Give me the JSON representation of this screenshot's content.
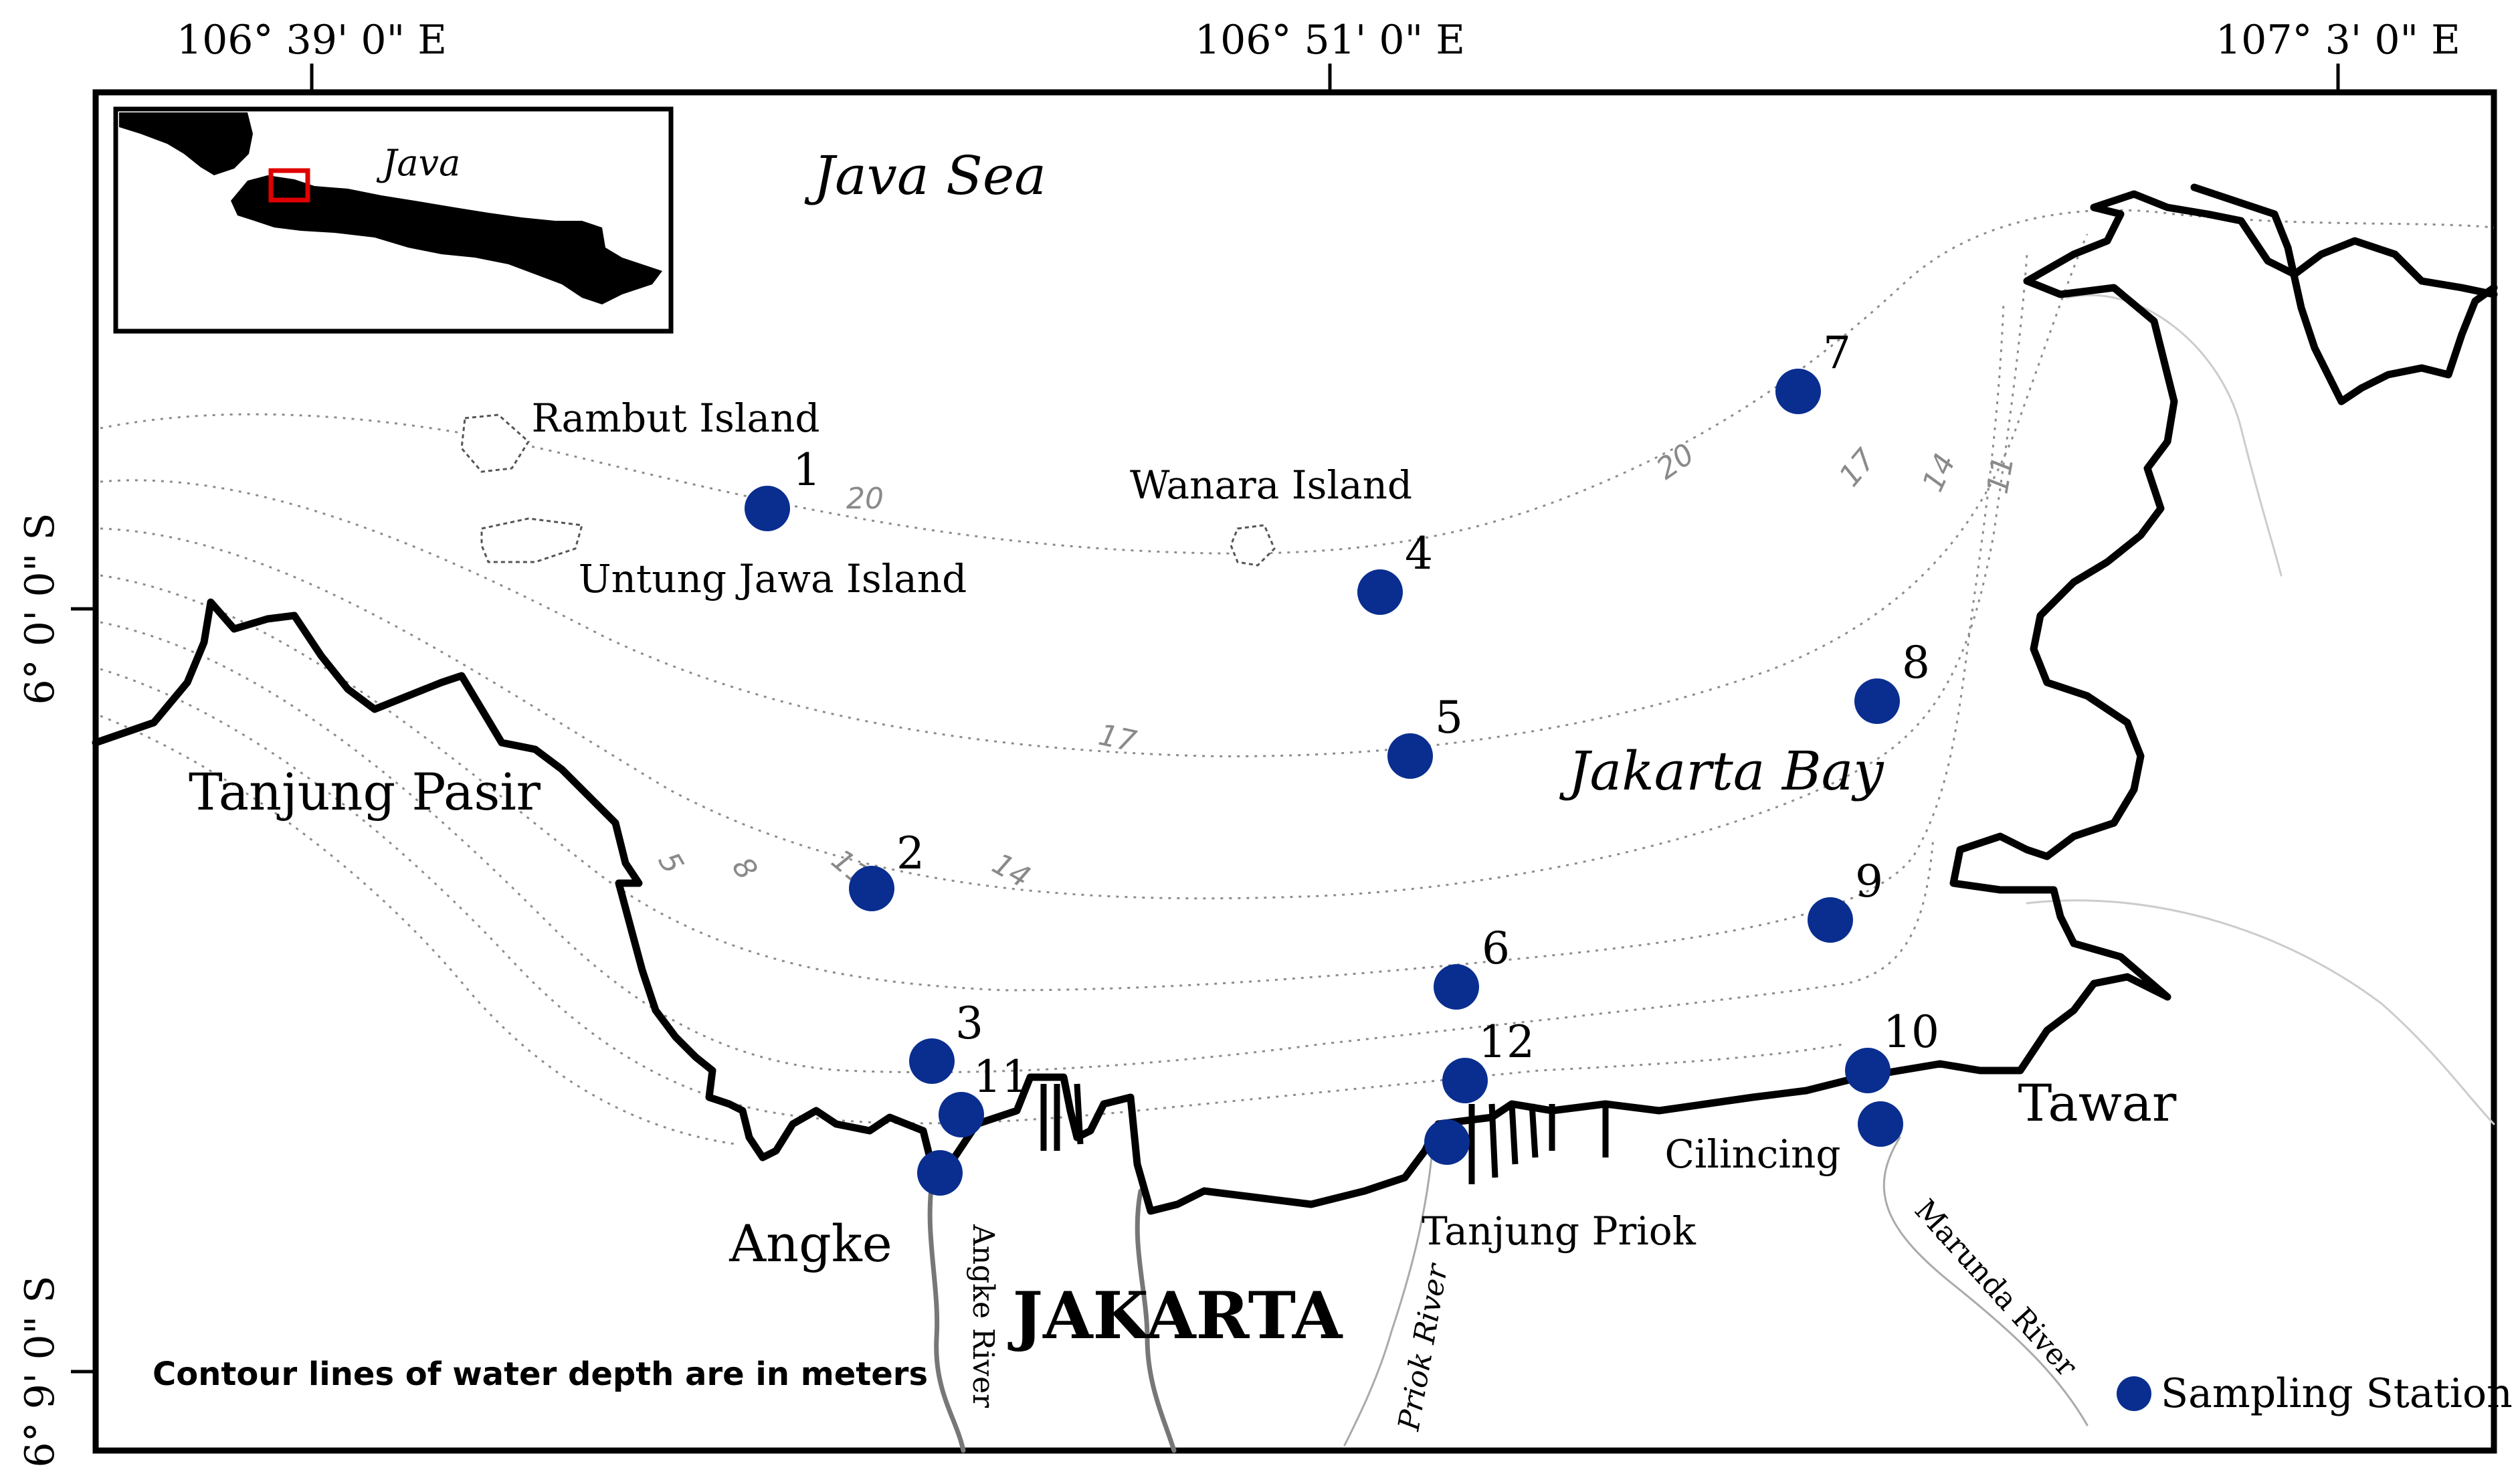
{
  "coordinates": {
    "lon": [
      "106° 39' 0\" E",
      "106° 51' 0\" E",
      "107° 3' 0\" E"
    ],
    "lat": [
      "6° 0' 0\" S",
      "6° 9' 0\" S"
    ]
  },
  "inset": {
    "label": "Java"
  },
  "water_labels": {
    "sea": "Java Sea",
    "bay": "Jakarta Bay"
  },
  "islands": {
    "rambut": "Rambut Island",
    "untung_jawa": "Untung Jawa Island",
    "wanara": "Wanara Island"
  },
  "places": {
    "tanjung_pasir": "Tanjung Pasir",
    "angke": "Angke",
    "jakarta": "JAKARTA",
    "tanjung_priok": "Tanjung Priok",
    "cilincing": "Cilincing",
    "tawar": "Tawar"
  },
  "rivers": {
    "angke": "Angke River",
    "priok": "Priok River",
    "marunda": "Marunda River"
  },
  "contours": {
    "c20a": "20",
    "c20b": "20",
    "c17a": "17",
    "c17b": "17",
    "c14a": "14",
    "c14b": "14",
    "c11a": "11",
    "c11b": "11",
    "c8": "8",
    "c5": "5"
  },
  "stations": {
    "s1": "1",
    "s2": "2",
    "s3": "3",
    "s4": "4",
    "s5": "5",
    "s6": "6",
    "s7": "7",
    "s8": "8",
    "s9": "9",
    "s10": "10",
    "s11": "11",
    "s12": "12"
  },
  "note": "Contour lines of water depth are in meters",
  "legend": {
    "station": "Sampling Station"
  },
  "colors": {
    "station": "#0a2e8f",
    "land_outline": "#000000",
    "contour": "#8c8c8c",
    "inset_marker": "#e00000"
  }
}
